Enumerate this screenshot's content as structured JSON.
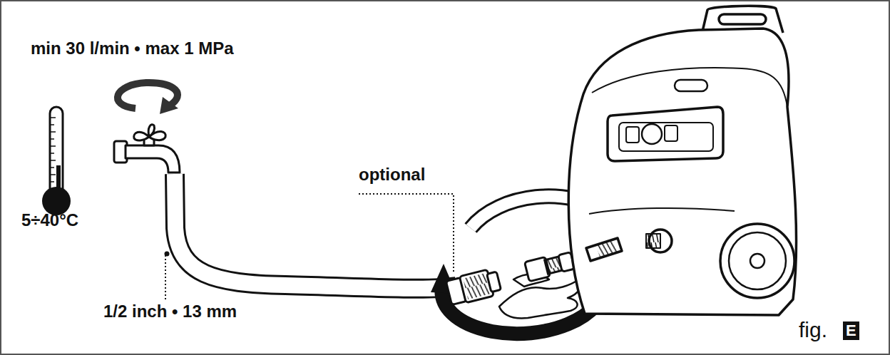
{
  "diagram": {
    "labels": [
      "min 30 l/min • max 1 MPa",
      "5÷40°C",
      "optional",
      "1/2 inch • 13 mm",
      "fig.",
      "E"
    ]
  }
}
